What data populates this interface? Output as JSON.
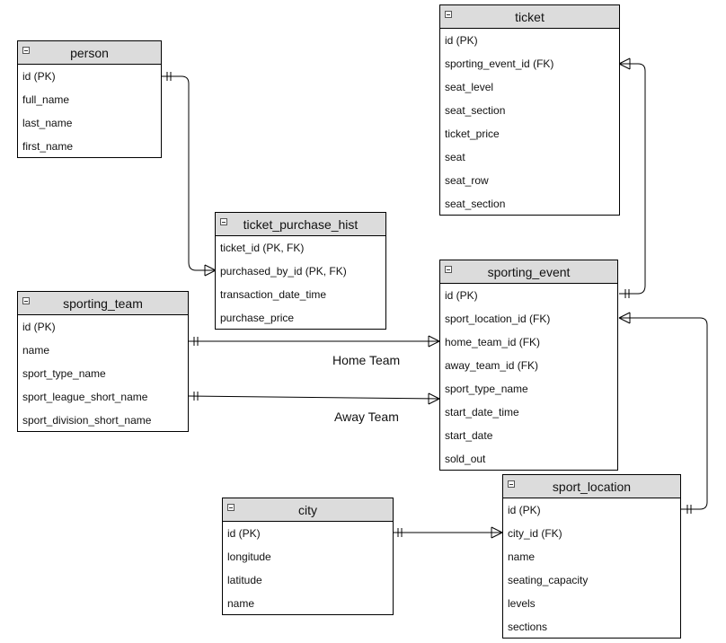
{
  "entities": {
    "person": {
      "title": "person",
      "attrs": [
        "id (PK)",
        "full_name",
        "last_name",
        "first_name"
      ]
    },
    "ticket": {
      "title": "ticket",
      "attrs": [
        "id (PK)",
        "sporting_event_id (FK)",
        "seat_level",
        "seat_section",
        "ticket_price",
        "seat",
        "seat_row",
        "seat_section"
      ]
    },
    "ticket_purchase_hist": {
      "title": "ticket_purchase_hist",
      "attrs": [
        "ticket_id (PK, FK)",
        "purchased_by_id (PK, FK)",
        "transaction_date_time",
        "purchase_price"
      ]
    },
    "sporting_team": {
      "title": "sporting_team",
      "attrs": [
        "id (PK)",
        "name",
        "sport_type_name",
        "sport_league_short_name",
        "sport_division_short_name"
      ]
    },
    "sporting_event": {
      "title": "sporting_event",
      "attrs": [
        "id (PK)",
        "sport_location_id (FK)",
        "home_team_id (FK)",
        "away_team_id (FK)",
        "sport_type_name",
        "start_date_time",
        "start_date",
        "sold_out"
      ]
    },
    "city": {
      "title": "city",
      "attrs": [
        "id (PK)",
        "longitude",
        "latitude",
        "name"
      ]
    },
    "sport_location": {
      "title": "sport_location",
      "attrs": [
        "id (PK)",
        "city_id (FK)",
        "name",
        "seating_capacity",
        "levels",
        "sections"
      ]
    }
  },
  "relationships": {
    "home_team": "Home Team",
    "away_team": "Away Team"
  }
}
